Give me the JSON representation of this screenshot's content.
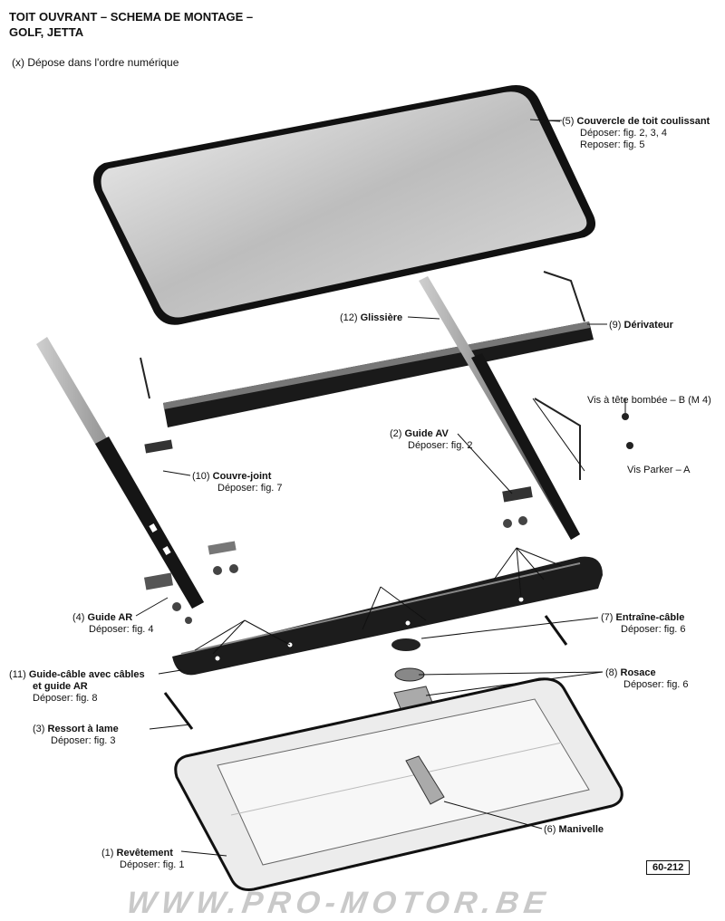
{
  "title_line1": "TOIT OUVRANT – SCHEMA DE MONTAGE –",
  "title_line2": "GOLF, JETTA",
  "subtitle": "(x)  Dépose dans l'ordre numérique",
  "labels": {
    "l5": {
      "num": "(5)",
      "name": "Couvercle de toit coulissant",
      "l2": "Déposer: fig. 2, 3, 4",
      "l3": "Reposer: fig. 5"
    },
    "l12": {
      "num": "(12)",
      "name": "Glissière"
    },
    "l9": {
      "num": "(9)",
      "name": "Dérivateur"
    },
    "vis_b": "Vis à tête bombée – B (M 4)",
    "vis_a": "Vis Parker – A",
    "l2": {
      "num": "(2)",
      "name": "Guide AV",
      "l2": "Déposer: fig. 2"
    },
    "l10": {
      "num": "(10)",
      "name": "Couvre-joint",
      "l2": "Déposer: fig. 7"
    },
    "l4": {
      "num": "(4)",
      "name": "Guide AR",
      "l2": "Déposer: fig. 4"
    },
    "l7": {
      "num": "(7)",
      "name": "Entraîne-câble",
      "l2": "Déposer: fig. 6"
    },
    "l11": {
      "num": "(11)",
      "name": "Guide-câble avec câbles",
      "name2": "et guide AR",
      "l2": "Déposer: fig. 8"
    },
    "l8": {
      "num": "(8)",
      "name": "Rosace",
      "l2": "Déposer: fig. 6"
    },
    "l3": {
      "num": "(3)",
      "name": "Ressort à lame",
      "l2": "Déposer: fig. 3"
    },
    "l6": {
      "num": "(6)",
      "name": "Manivelle"
    },
    "l1": {
      "num": "(1)",
      "name": "Revêtement",
      "l2": "Déposer: fig. 1"
    }
  },
  "figure_ref": "60-212",
  "watermark": "WWW.PRO-MOTOR.BE"
}
